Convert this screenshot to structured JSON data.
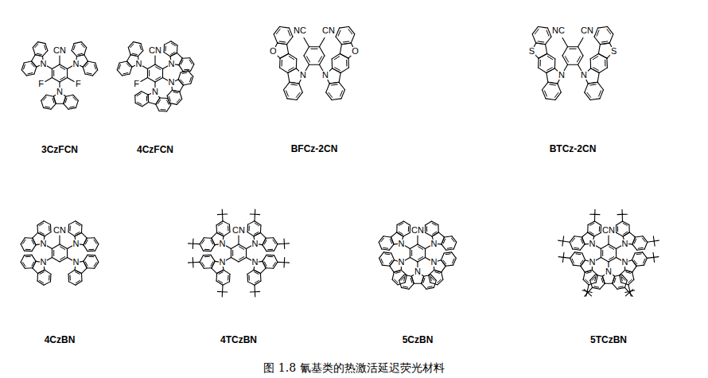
{
  "diagram": {
    "caption": "图 1.8 氰基类的热激活延迟荧光材料",
    "labels": [
      "CN",
      "N",
      "N",
      "F",
      "F",
      "N",
      "3CzFCN",
      "CN",
      "N",
      "N",
      "F",
      "N",
      "N",
      "4CzFCN",
      "NC",
      "CN",
      "N",
      "O",
      "N",
      "O",
      "BFCz-2CN",
      "NC",
      "CN",
      "N",
      "S",
      "N",
      "S",
      "BTCz-2CN",
      "CN",
      "N",
      "N",
      "N",
      "N",
      "4CzBN",
      "CN",
      "N",
      "N",
      "N",
      "N",
      "4TCzBN",
      "CN",
      "N",
      "N",
      "N",
      "N",
      "N",
      "5CzBN",
      "CN",
      "N",
      "N",
      "N",
      "N",
      "N",
      "5TCzBN"
    ]
  }
}
